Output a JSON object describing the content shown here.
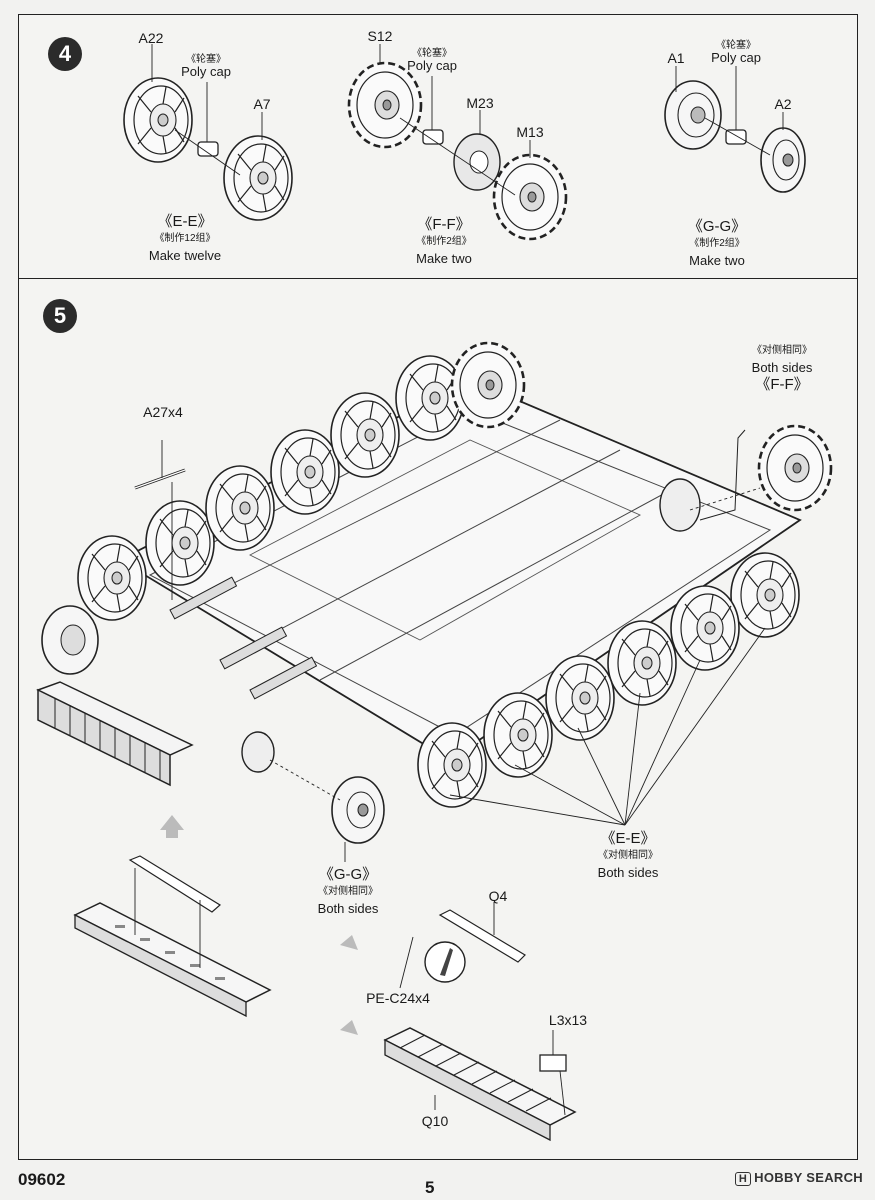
{
  "step4": {
    "number": "4",
    "labels": {
      "a22": "A22",
      "a7": "A7",
      "s12": "S12",
      "m23": "M23",
      "m13": "M13",
      "a1": "A1",
      "a2": "A2",
      "poly_zh": "《轮塞》",
      "poly_en": "Poly cap"
    },
    "groups": {
      "ee": {
        "code": "《E-E》",
        "zh": "《制作12组》",
        "en": "Make twelve"
      },
      "ff": {
        "code": "《F-F》",
        "zh": "《制作2组》",
        "en": "Make two"
      },
      "gg": {
        "code": "《G-G》",
        "zh": "《制作2组》",
        "en": "Make two"
      }
    }
  },
  "step5": {
    "number": "5",
    "labels": {
      "a27": "A27x4",
      "q4": "Q4",
      "pec24": "PE-C24x4",
      "l3": "L3x13",
      "q10": "Q10"
    },
    "groups": {
      "ff": {
        "zh": "《对侧相同》",
        "en": "Both sides",
        "code": "《F-F》"
      },
      "ee": {
        "code": "《E-E》",
        "zh": "《对侧相同》",
        "en": "Both sides"
      },
      "gg": {
        "code": "《G-G》",
        "zh": "《对侧相同》",
        "en": "Both sides"
      }
    }
  },
  "footer": {
    "code": "09602",
    "page": "5"
  },
  "watermark": {
    "mark": "H",
    "text": "HOBBY SEARCH"
  }
}
